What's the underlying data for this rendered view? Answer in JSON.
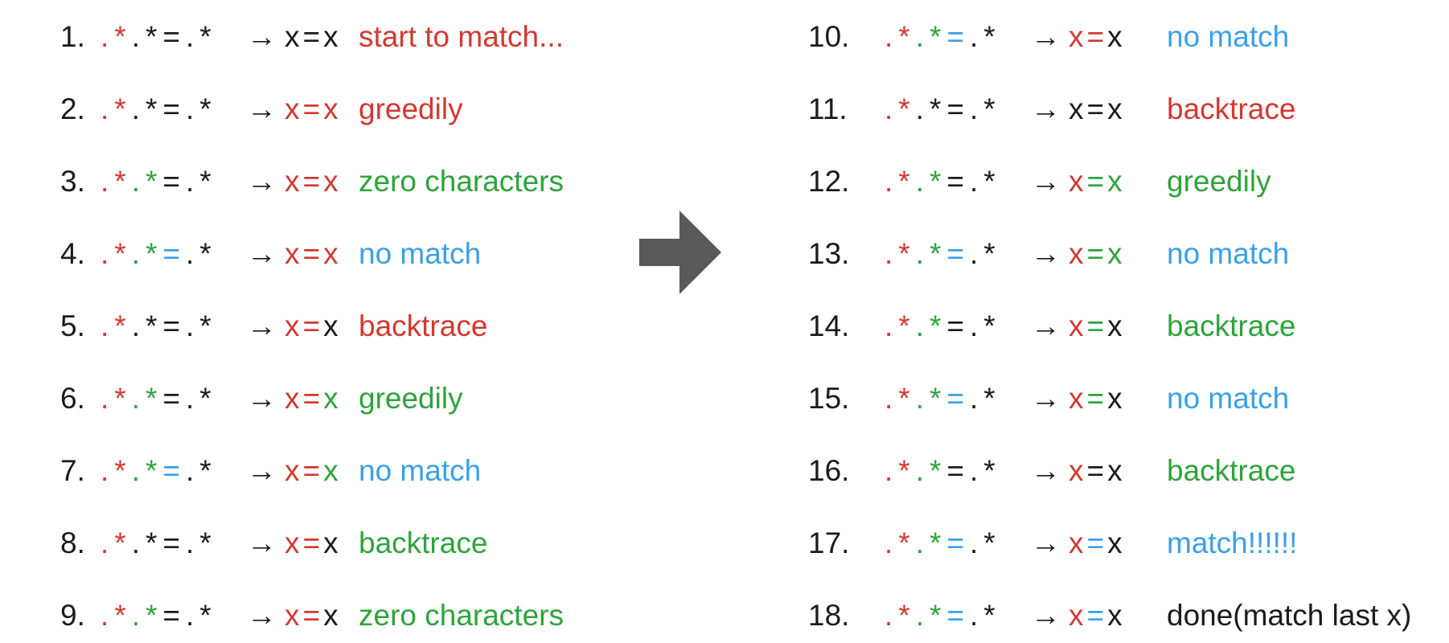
{
  "palette": {
    "red": "#d13931",
    "green": "#2ea33c",
    "blue": "#3aa0e8",
    "black": "#1b1b1b",
    "arrow_gray": "#595959",
    "background": "#ffffff"
  },
  "diagram": {
    "regex_pattern": ".*.*=.*",
    "target_string": "x=x",
    "step_arrow_glyph": "→",
    "center_arrow": {
      "name": "flow-arrow",
      "direction": "right",
      "color_key": "arrow_gray"
    }
  },
  "columns": [
    {
      "side": "left",
      "rows": [
        {
          "num": "1.",
          "pattern": [
            [
              ".",
              "red"
            ],
            [
              "*",
              "red"
            ],
            [
              ".",
              "black"
            ],
            [
              "*",
              "black"
            ],
            [
              "=",
              "black"
            ],
            [
              ".",
              "black"
            ],
            [
              "*",
              "black"
            ]
          ],
          "arrow": "→",
          "target": [
            [
              "x",
              "black"
            ],
            [
              "=",
              "black"
            ],
            [
              "x",
              "black"
            ]
          ],
          "label": {
            "text": "start to match...",
            "color": "red"
          }
        },
        {
          "num": "2.",
          "pattern": [
            [
              ".",
              "red"
            ],
            [
              "*",
              "red"
            ],
            [
              ".",
              "black"
            ],
            [
              "*",
              "black"
            ],
            [
              "=",
              "black"
            ],
            [
              ".",
              "black"
            ],
            [
              "*",
              "black"
            ]
          ],
          "arrow": "→",
          "target": [
            [
              "x",
              "red"
            ],
            [
              "=",
              "red"
            ],
            [
              "x",
              "red"
            ]
          ],
          "label": {
            "text": "greedily",
            "color": "red"
          }
        },
        {
          "num": "3.",
          "pattern": [
            [
              ".",
              "red"
            ],
            [
              "*",
              "red"
            ],
            [
              ".",
              "green"
            ],
            [
              "*",
              "green"
            ],
            [
              "=",
              "black"
            ],
            [
              ".",
              "black"
            ],
            [
              "*",
              "black"
            ]
          ],
          "arrow": "→",
          "target": [
            [
              "x",
              "red"
            ],
            [
              "=",
              "red"
            ],
            [
              "x",
              "red"
            ]
          ],
          "label": {
            "text": "zero characters",
            "color": "green"
          }
        },
        {
          "num": "4.",
          "pattern": [
            [
              ".",
              "red"
            ],
            [
              "*",
              "red"
            ],
            [
              ".",
              "green"
            ],
            [
              "*",
              "green"
            ],
            [
              "=",
              "blue"
            ],
            [
              ".",
              "black"
            ],
            [
              "*",
              "black"
            ]
          ],
          "arrow": "→",
          "target": [
            [
              "x",
              "red"
            ],
            [
              "=",
              "red"
            ],
            [
              "x",
              "red"
            ]
          ],
          "label": {
            "text": "no match",
            "color": "blue"
          }
        },
        {
          "num": "5.",
          "pattern": [
            [
              ".",
              "red"
            ],
            [
              "*",
              "red"
            ],
            [
              ".",
              "black"
            ],
            [
              "*",
              "black"
            ],
            [
              "=",
              "black"
            ],
            [
              ".",
              "black"
            ],
            [
              "*",
              "black"
            ]
          ],
          "arrow": "→",
          "target": [
            [
              "x",
              "red"
            ],
            [
              "=",
              "red"
            ],
            [
              "x",
              "black"
            ]
          ],
          "label": {
            "text": "backtrace",
            "color": "red"
          }
        },
        {
          "num": "6.",
          "pattern": [
            [
              ".",
              "red"
            ],
            [
              "*",
              "red"
            ],
            [
              ".",
              "green"
            ],
            [
              "*",
              "green"
            ],
            [
              "=",
              "black"
            ],
            [
              ".",
              "black"
            ],
            [
              "*",
              "black"
            ]
          ],
          "arrow": "→",
          "target": [
            [
              "x",
              "red"
            ],
            [
              "=",
              "red"
            ],
            [
              "x",
              "green"
            ]
          ],
          "label": {
            "text": "greedily",
            "color": "green"
          }
        },
        {
          "num": "7.",
          "pattern": [
            [
              ".",
              "red"
            ],
            [
              "*",
              "red"
            ],
            [
              ".",
              "green"
            ],
            [
              "*",
              "green"
            ],
            [
              "=",
              "blue"
            ],
            [
              ".",
              "black"
            ],
            [
              "*",
              "black"
            ]
          ],
          "arrow": "→",
          "target": [
            [
              "x",
              "red"
            ],
            [
              "=",
              "red"
            ],
            [
              "x",
              "green"
            ]
          ],
          "label": {
            "text": "no match",
            "color": "blue"
          }
        },
        {
          "num": "8.",
          "pattern": [
            [
              ".",
              "red"
            ],
            [
              "*",
              "red"
            ],
            [
              ".",
              "black"
            ],
            [
              "*",
              "black"
            ],
            [
              "=",
              "black"
            ],
            [
              ".",
              "black"
            ],
            [
              "*",
              "black"
            ]
          ],
          "arrow": "→",
          "target": [
            [
              "x",
              "red"
            ],
            [
              "=",
              "red"
            ],
            [
              "x",
              "black"
            ]
          ],
          "label": {
            "text": "backtrace",
            "color": "green"
          }
        },
        {
          "num": "9.",
          "pattern": [
            [
              ".",
              "red"
            ],
            [
              "*",
              "red"
            ],
            [
              ".",
              "green"
            ],
            [
              "*",
              "green"
            ],
            [
              "=",
              "black"
            ],
            [
              ".",
              "black"
            ],
            [
              "*",
              "black"
            ]
          ],
          "arrow": "→",
          "target": [
            [
              "x",
              "red"
            ],
            [
              "=",
              "red"
            ],
            [
              "x",
              "black"
            ]
          ],
          "label": {
            "text": "zero characters",
            "color": "green"
          }
        }
      ]
    },
    {
      "side": "right",
      "rows": [
        {
          "num": "10.",
          "pattern": [
            [
              ".",
              "red"
            ],
            [
              "*",
              "red"
            ],
            [
              ".",
              "green"
            ],
            [
              "*",
              "green"
            ],
            [
              "=",
              "blue"
            ],
            [
              ".",
              "black"
            ],
            [
              "*",
              "black"
            ]
          ],
          "arrow": "→",
          "target": [
            [
              "x",
              "red"
            ],
            [
              "=",
              "red"
            ],
            [
              "x",
              "black"
            ]
          ],
          "label": {
            "text": "no match",
            "color": "blue"
          }
        },
        {
          "num": "11.",
          "pattern": [
            [
              ".",
              "red"
            ],
            [
              "*",
              "red"
            ],
            [
              ".",
              "black"
            ],
            [
              "*",
              "black"
            ],
            [
              "=",
              "black"
            ],
            [
              ".",
              "black"
            ],
            [
              "*",
              "black"
            ]
          ],
          "arrow": "→",
          "target": [
            [
              "x",
              "black"
            ],
            [
              "=",
              "black"
            ],
            [
              "x",
              "black"
            ]
          ],
          "label": {
            "text": "backtrace",
            "color": "red"
          }
        },
        {
          "num": "12.",
          "pattern": [
            [
              ".",
              "red"
            ],
            [
              "*",
              "red"
            ],
            [
              ".",
              "green"
            ],
            [
              "*",
              "green"
            ],
            [
              "=",
              "black"
            ],
            [
              ".",
              "black"
            ],
            [
              "*",
              "black"
            ]
          ],
          "arrow": "→",
          "target": [
            [
              "x",
              "red"
            ],
            [
              "=",
              "green"
            ],
            [
              "x",
              "green"
            ]
          ],
          "label": {
            "text": "greedily",
            "color": "green"
          }
        },
        {
          "num": "13.",
          "pattern": [
            [
              ".",
              "red"
            ],
            [
              "*",
              "red"
            ],
            [
              ".",
              "green"
            ],
            [
              "*",
              "green"
            ],
            [
              "=",
              "blue"
            ],
            [
              ".",
              "black"
            ],
            [
              "*",
              "black"
            ]
          ],
          "arrow": "→",
          "target": [
            [
              "x",
              "red"
            ],
            [
              "=",
              "green"
            ],
            [
              "x",
              "green"
            ]
          ],
          "label": {
            "text": "no match",
            "color": "blue"
          }
        },
        {
          "num": "14.",
          "pattern": [
            [
              ".",
              "red"
            ],
            [
              "*",
              "red"
            ],
            [
              ".",
              "green"
            ],
            [
              "*",
              "green"
            ],
            [
              "=",
              "black"
            ],
            [
              ".",
              "black"
            ],
            [
              "*",
              "black"
            ]
          ],
          "arrow": "→",
          "target": [
            [
              "x",
              "red"
            ],
            [
              "=",
              "green"
            ],
            [
              "x",
              "black"
            ]
          ],
          "label": {
            "text": "backtrace",
            "color": "green"
          }
        },
        {
          "num": "15.",
          "pattern": [
            [
              ".",
              "red"
            ],
            [
              "*",
              "red"
            ],
            [
              ".",
              "green"
            ],
            [
              "*",
              "green"
            ],
            [
              "=",
              "blue"
            ],
            [
              ".",
              "black"
            ],
            [
              "*",
              "black"
            ]
          ],
          "arrow": "→",
          "target": [
            [
              "x",
              "red"
            ],
            [
              "=",
              "green"
            ],
            [
              "x",
              "black"
            ]
          ],
          "label": {
            "text": "no match",
            "color": "blue"
          }
        },
        {
          "num": "16.",
          "pattern": [
            [
              ".",
              "red"
            ],
            [
              "*",
              "red"
            ],
            [
              ".",
              "green"
            ],
            [
              "*",
              "green"
            ],
            [
              "=",
              "black"
            ],
            [
              ".",
              "black"
            ],
            [
              "*",
              "black"
            ]
          ],
          "arrow": "→",
          "target": [
            [
              "x",
              "red"
            ],
            [
              "=",
              "black"
            ],
            [
              "x",
              "black"
            ]
          ],
          "label": {
            "text": "backtrace",
            "color": "green"
          }
        },
        {
          "num": "17.",
          "pattern": [
            [
              ".",
              "red"
            ],
            [
              "*",
              "red"
            ],
            [
              ".",
              "green"
            ],
            [
              "*",
              "green"
            ],
            [
              "=",
              "blue"
            ],
            [
              ".",
              "black"
            ],
            [
              "*",
              "black"
            ]
          ],
          "arrow": "→",
          "target": [
            [
              "x",
              "red"
            ],
            [
              "=",
              "blue"
            ],
            [
              "x",
              "black"
            ]
          ],
          "label": {
            "text": "match!!!!!!",
            "color": "blue"
          }
        },
        {
          "num": "18.",
          "pattern": [
            [
              ".",
              "red"
            ],
            [
              "*",
              "red"
            ],
            [
              ".",
              "green"
            ],
            [
              "*",
              "green"
            ],
            [
              "=",
              "blue"
            ],
            [
              ".",
              "black"
            ],
            [
              "*",
              "black"
            ]
          ],
          "arrow": "→",
          "target": [
            [
              "x",
              "red"
            ],
            [
              "=",
              "blue"
            ],
            [
              "x",
              "black"
            ]
          ],
          "label": {
            "text": "done(match last x)",
            "color": "black"
          }
        }
      ]
    }
  ]
}
